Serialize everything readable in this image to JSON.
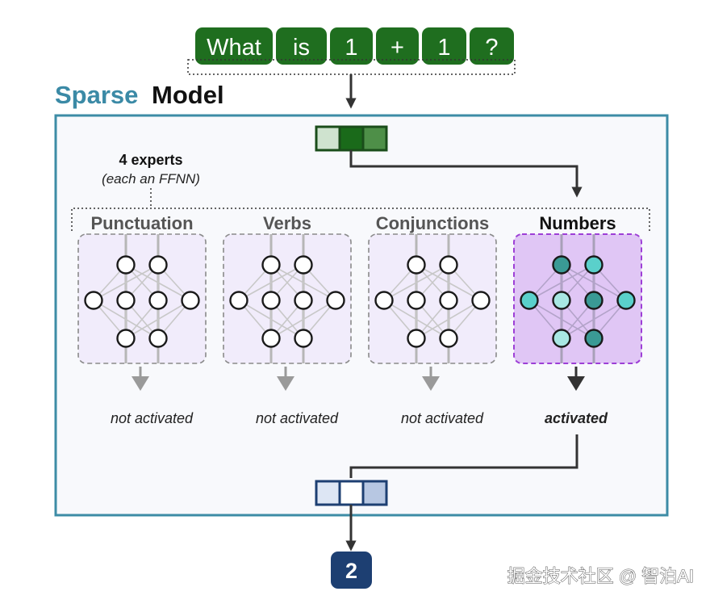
{
  "input_tokens": [
    "What",
    "is",
    "1",
    "+",
    "1",
    "?"
  ],
  "title": {
    "sparse": "Sparse",
    "model": "Model"
  },
  "experts_label": {
    "count": "4 experts",
    "note": "(each an FFNN)"
  },
  "experts": [
    {
      "name": "Punctuation",
      "status": "not activated",
      "active": false
    },
    {
      "name": "Verbs",
      "status": "not activated",
      "active": false
    },
    {
      "name": "Conjunctions",
      "status": "not activated",
      "active": false
    },
    {
      "name": "Numbers",
      "status": "activated",
      "active": true
    }
  ],
  "output_token": "2",
  "watermark": "掘金技术社区 @ 智泊AI",
  "colors": {
    "token_green": "#1f6e1f",
    "sparse_blue": "#3b8aa6",
    "model_box": "#3d8ca6",
    "output_navy": "#1d3f72",
    "inactive_fill": "#f1ecfb",
    "active_fill": "#e0c6f5",
    "active_border": "#9d3fd6",
    "teal_dark": "#3a9a95",
    "teal_mid": "#5ad0cb",
    "teal_light": "#a8e7e3"
  }
}
